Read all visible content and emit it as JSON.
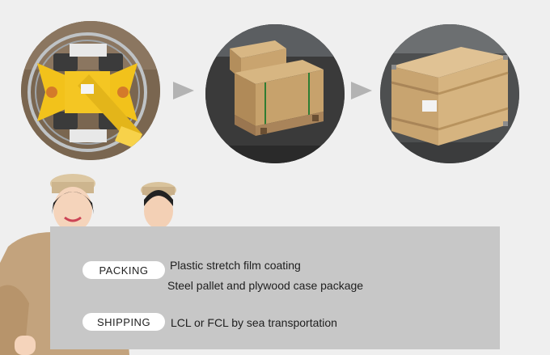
{
  "packing": {
    "label": "PACKING",
    "lines": [
      "Plastic stretch film coating",
      "Steel pallet and plywood case package"
    ]
  },
  "shipping": {
    "label": "SHIPPING",
    "lines": [
      "LCL or FCL by sea transportation"
    ]
  },
  "colors": {
    "background": "#efefef",
    "panel": "#c7c7c7",
    "pill": "#ffffff",
    "arrow": "#b3b3b3"
  },
  "icons": [
    "chevron-right-icon"
  ]
}
